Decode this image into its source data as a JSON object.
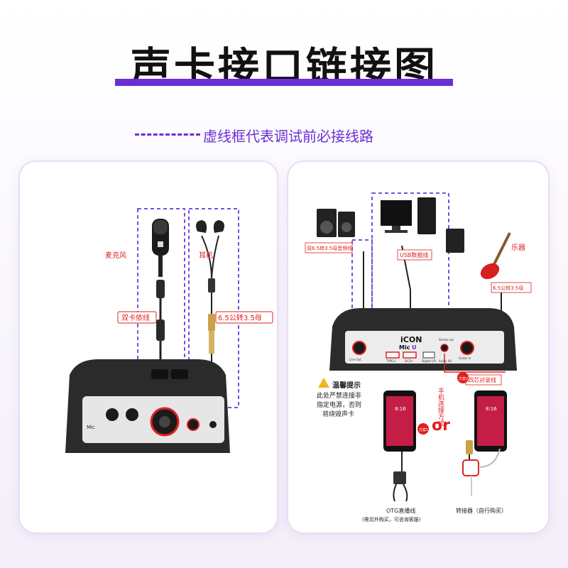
{
  "header": {
    "title": "声卡接口链接图",
    "subtitle": "虚线框代表调试前必接线路"
  },
  "left_panel": {
    "mic_label": "麦克风",
    "earphone_label": "耳机",
    "cable_label": "双卡侬线",
    "adapter_label": "6.5公转3.5母",
    "device_text_mic": "Mic"
  },
  "right_panel": {
    "speaker_cable_label": "双6.5转3.5母音频线",
    "usb_label": "USB数据线",
    "instrument_label": "乐器",
    "instrument_adapter_label": "6.5公转3.5母",
    "brand": "iCON",
    "model": "Mic",
    "model_sup": "U",
    "port_lineout": "Line Out",
    "port_stereo": "Stereo out",
    "port_guitar": "Guitar in",
    "port_typec": "TYPE-C",
    "port_dc": "DC5V",
    "port_digital": "Digital I/O",
    "port_audio": "Audio I/O",
    "phone_conn_label": "手机连接方式",
    "four_core_label": "四芯对录线",
    "plan1_label": "方案1",
    "plan2_label": "方案2",
    "or_text": "or",
    "warning_title": "温馨提示",
    "warning_body_1": "此处严禁连接非",
    "warning_body_2": "指定电源，否则",
    "warning_body_3": "将烧毁声卡",
    "otg_label_1": "OTG直播线",
    "otg_label_2": "(需另外购买，可咨询客服)",
    "adapter_label": "转接器（自行购买）",
    "phone_time": "8:16"
  },
  "colors": {
    "accent": "#6a2fd4",
    "red": "#e02020",
    "dashed_box": "#7b4fe0"
  }
}
